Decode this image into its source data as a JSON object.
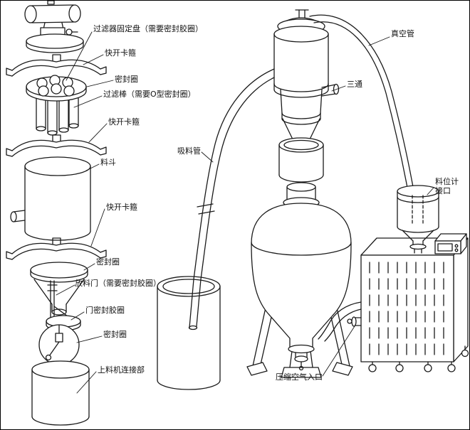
{
  "figure": {
    "kind": "patent-line-drawing",
    "colors": {
      "line": "#1a1a1a",
      "background": "#ffffff"
    }
  },
  "labels": {
    "left": [
      {
        "id": "filter-fixing-plate",
        "text": "过滤器固定盘（需要密封胶圈）"
      },
      {
        "id": "quick-clamp-1",
        "text": "快开卡箍"
      },
      {
        "id": "seal-ring-1",
        "text": "密封圈"
      },
      {
        "id": "filter-rod",
        "text": "过滤棒（需要O型密封圈）"
      },
      {
        "id": "quick-clamp-2",
        "text": "快开卡箍"
      },
      {
        "id": "hopper",
        "text": "料斗"
      },
      {
        "id": "quick-clamp-3",
        "text": "快开卡箍"
      },
      {
        "id": "seal-ring-2",
        "text": "密封圈"
      },
      {
        "id": "discharge-door",
        "text": "放料门（需要密封胶圈）"
      },
      {
        "id": "door-seal-ring",
        "text": "门密封胶圈"
      },
      {
        "id": "seal-ring-3",
        "text": "密封圈"
      },
      {
        "id": "loader-connection",
        "text": "上料机连接部"
      }
    ],
    "right": [
      {
        "id": "vacuum-pipe",
        "text": "真空管"
      },
      {
        "id": "tee-fitting",
        "text": "三通"
      },
      {
        "id": "suction-pipe",
        "text": "吸料管"
      },
      {
        "id": "level-gauge-port",
        "text": "料位计接口"
      },
      {
        "id": "compressed-air-inlet",
        "text": "压缩空气入口"
      }
    ]
  }
}
